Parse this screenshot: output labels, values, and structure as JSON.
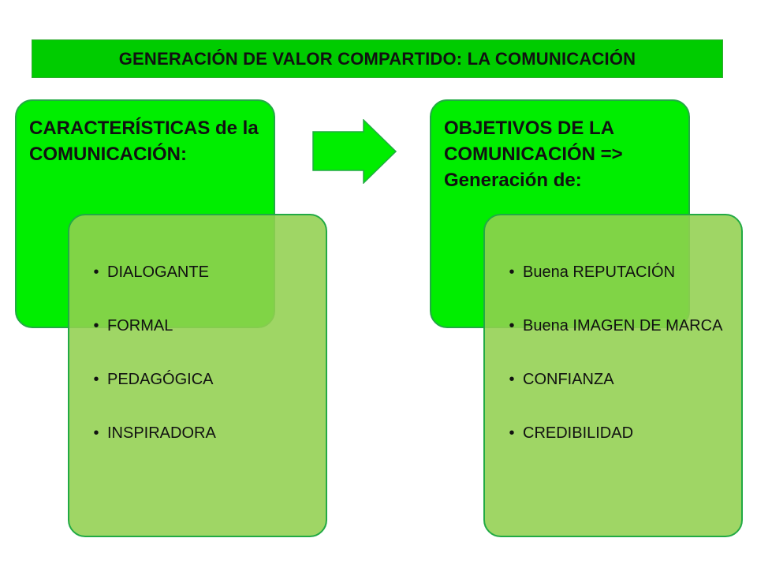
{
  "title": "GENERACIÓN DE VALOR COMPARTIDO: LA COMUNICACIÓN",
  "colors": {
    "title_bar": "#00cc00",
    "back_box": "#00ee00",
    "front_box": "#92d050",
    "border": "#22aa44",
    "arrow": "#00ee00"
  },
  "left": {
    "heading": "CARACTERÍSTICAS de la COMUNICACIÓN:",
    "items": [
      "DIALOGANTE",
      "FORMAL",
      "PEDAGÓGICA",
      "INSPIRADORA"
    ]
  },
  "right": {
    "heading": "OBJETIVOS DE LA COMUNICACIÓN => Generación de:",
    "items": [
      "Buena REPUTACIÓN",
      "Buena IMAGEN DE MARCA",
      "CONFIANZA",
      "CREDIBILIDAD"
    ]
  },
  "bullet_symbol": "•",
  "arrow_icon": "right-arrow-icon"
}
